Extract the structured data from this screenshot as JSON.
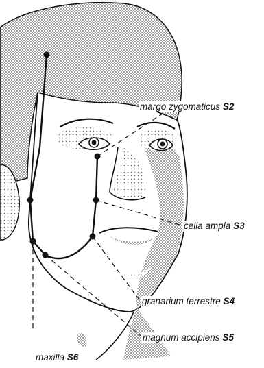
{
  "labels": [
    {
      "id": "s2",
      "name": "margo zygomaticus",
      "code": "S2"
    },
    {
      "id": "s3",
      "name": "cella ampla",
      "code": "S3"
    },
    {
      "id": "s4",
      "name": "granarium terrestre",
      "code": "S4"
    },
    {
      "id": "s5",
      "name": "magnum accipiens",
      "code": "S5"
    },
    {
      "id": "s6",
      "name": "maxilla",
      "code": "S6"
    }
  ],
  "colors": {
    "ink": "#111111",
    "stipple": "#9a9a9a",
    "background": "#ffffff"
  }
}
